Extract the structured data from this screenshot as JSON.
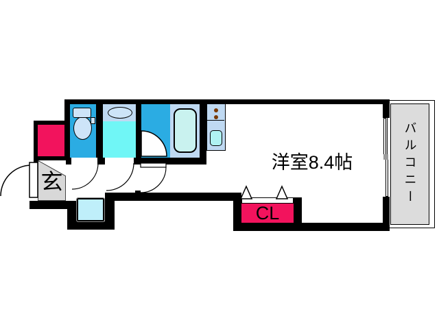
{
  "floorplan": {
    "labels": {
      "entrance": "玄",
      "closet": "CL",
      "main_room": "洋室8.4帖",
      "balcony": "バルコニー"
    },
    "colors": {
      "wall": "#000000",
      "room-blue": "#2BACE3",
      "washroom-cyan": "#70F6F6",
      "fixture-blue": "#BFD9F2",
      "fixture-pale": "#CDE4F8",
      "tub-fill": "#C9F2EF",
      "sink-fill": "#AFF2F2",
      "washer-fill": "#BFEFFA",
      "accent-red": "#F2135D",
      "entrance-gray": "#D8D8D8",
      "balcony-gray": "#DCDCDC",
      "burner-brown": "#7A3A05"
    }
  }
}
